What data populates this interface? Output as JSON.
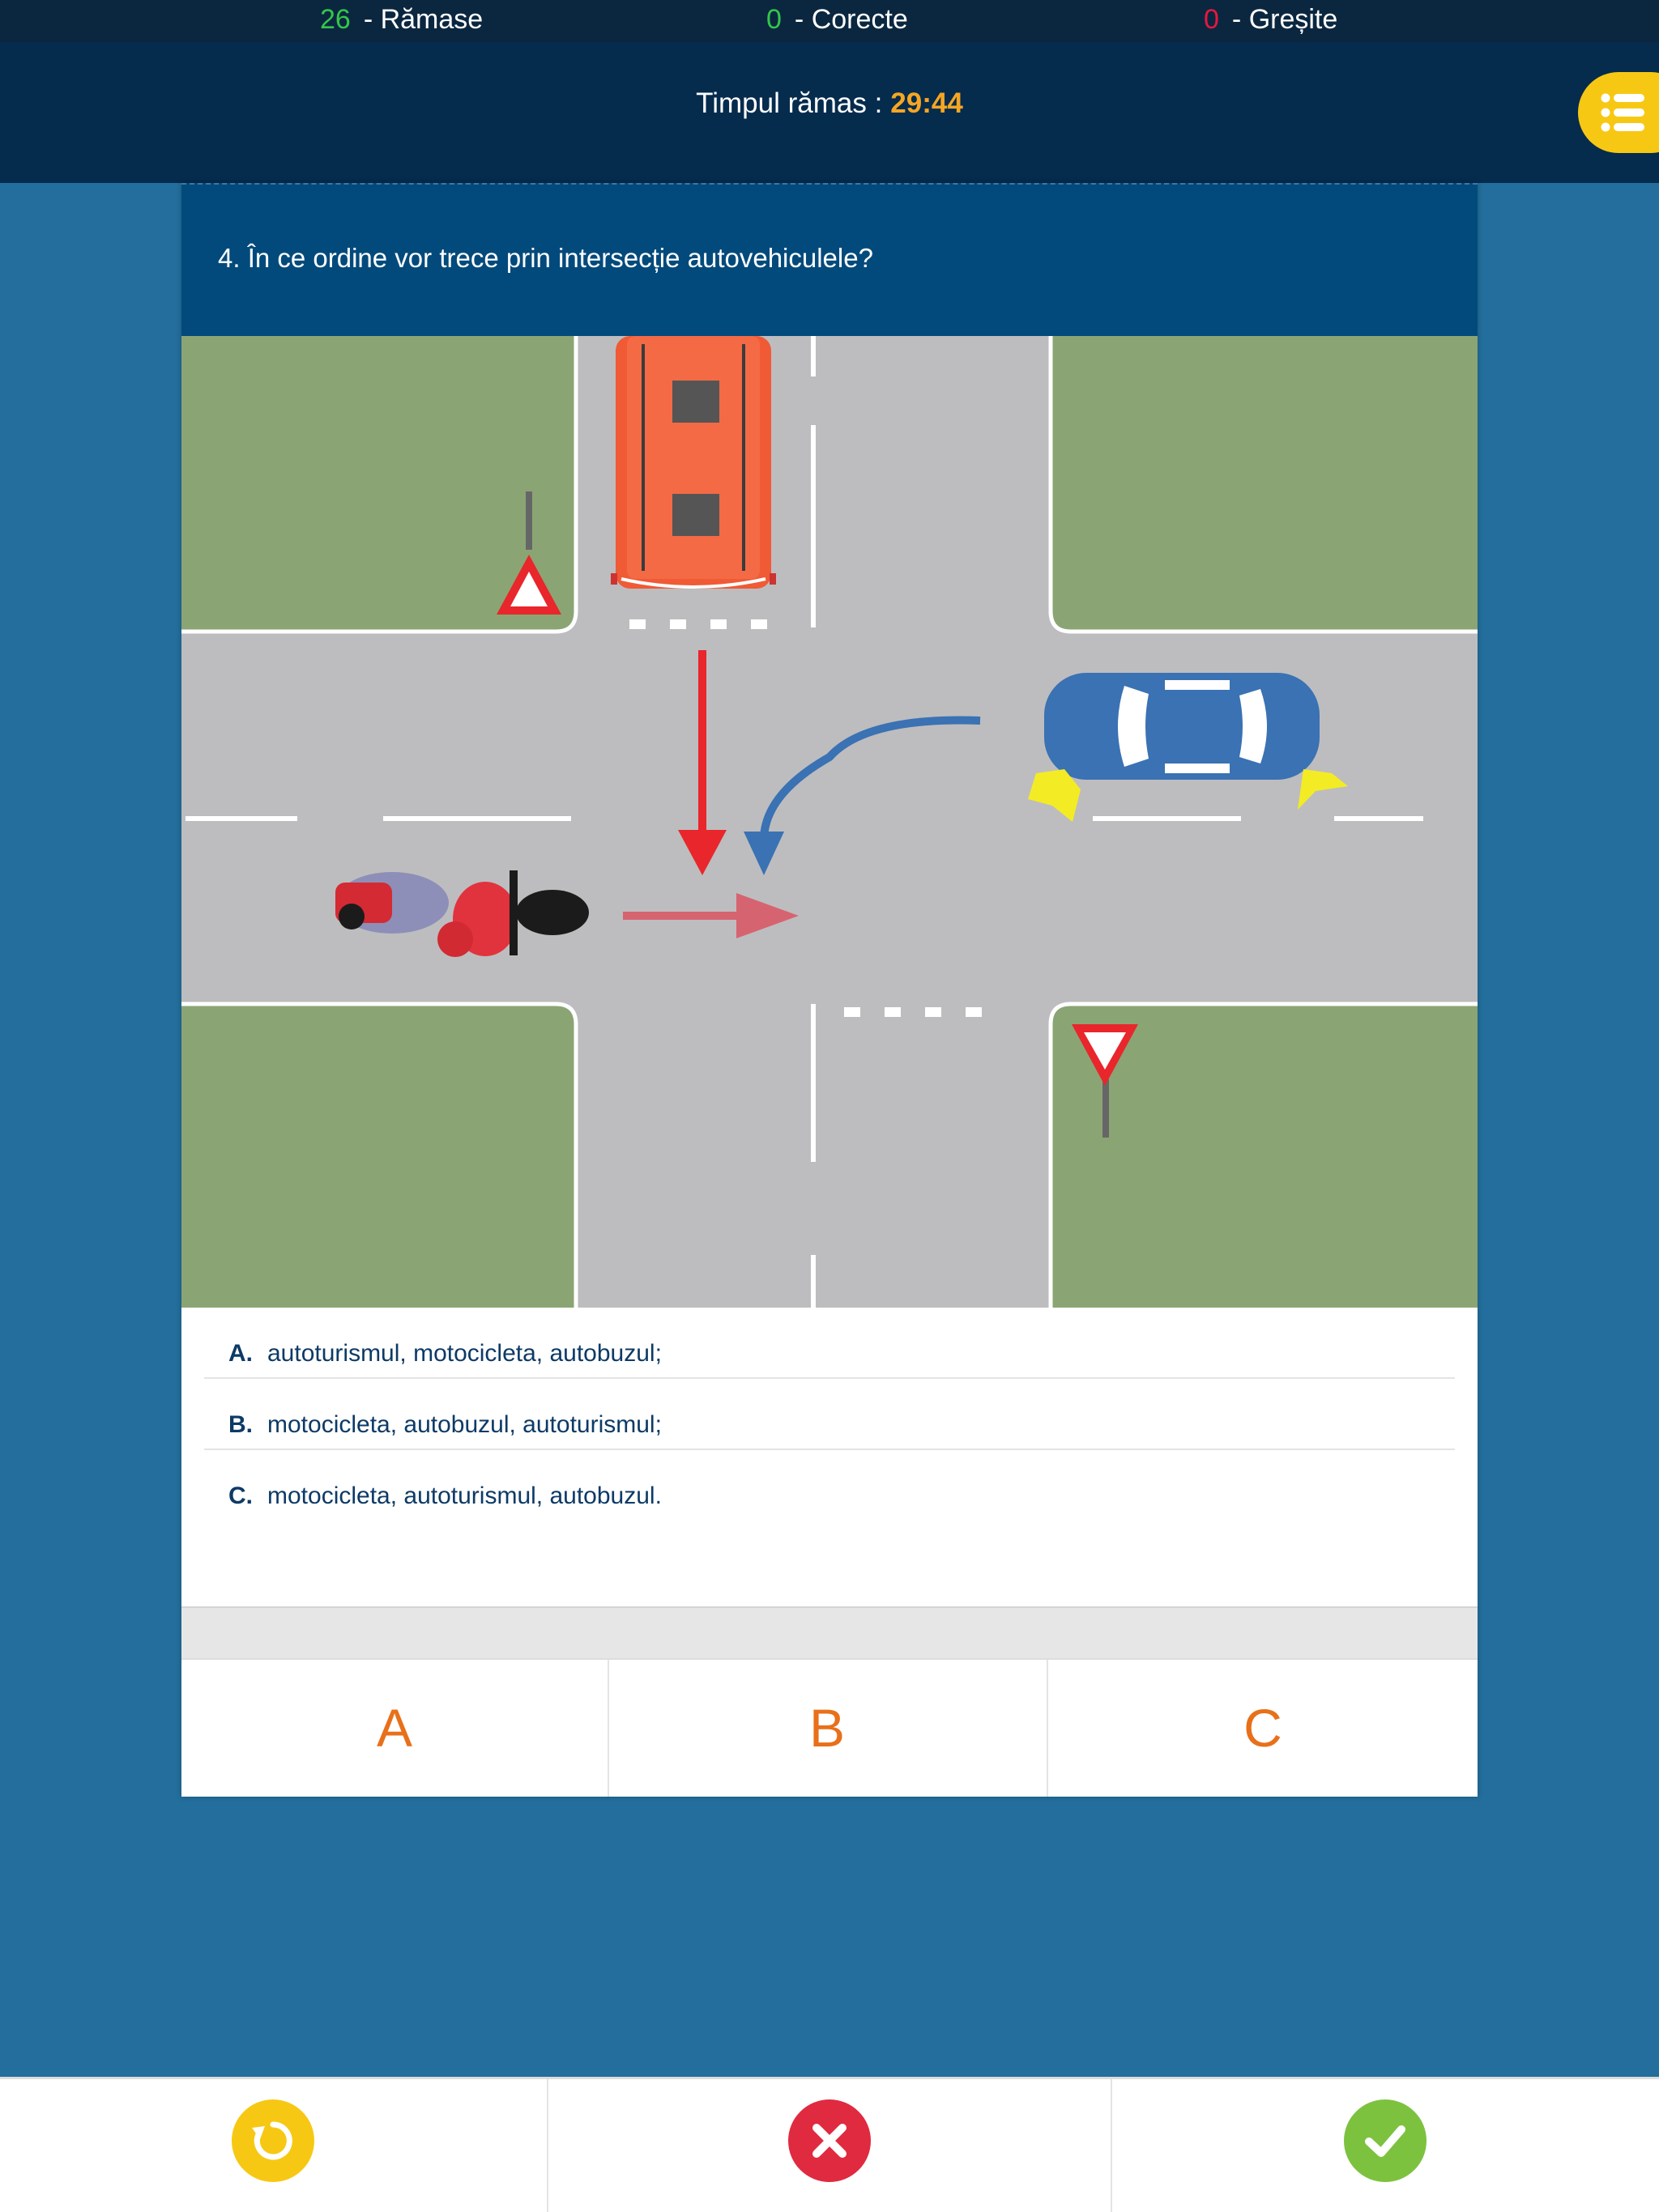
{
  "stats": {
    "remaining_value": "26",
    "remaining_label": "- Rămase",
    "correct_value": "0",
    "correct_label": "- Corecte",
    "wrong_value": "0",
    "wrong_label": "- Greșite"
  },
  "timer": {
    "label": "Timpul rămas :",
    "value": "29:44"
  },
  "menu": {
    "icon": "list-icon"
  },
  "question": {
    "text": "4. În ce ordine vor trece prin intersecție autovehiculele?"
  },
  "answers": [
    {
      "letter": "A.",
      "text": "autoturismul, motocicleta, autobuzul;"
    },
    {
      "letter": "B.",
      "text": "motocicleta, autobuzul, autoturismul;"
    },
    {
      "letter": "C.",
      "text": "motocicleta, autoturismul, autobuzul."
    }
  ],
  "choices": [
    "A",
    "B",
    "C"
  ],
  "actions": {
    "reset_icon": "reset-icon",
    "wrong_icon": "x-icon",
    "confirm_icon": "check-icon"
  },
  "colors": {
    "background": "#236e9c",
    "accent_orange": "#e8701a",
    "timer": "#f5a623",
    "correct": "#34c649",
    "wrong": "#e8173f",
    "menu": "#f7c813"
  }
}
